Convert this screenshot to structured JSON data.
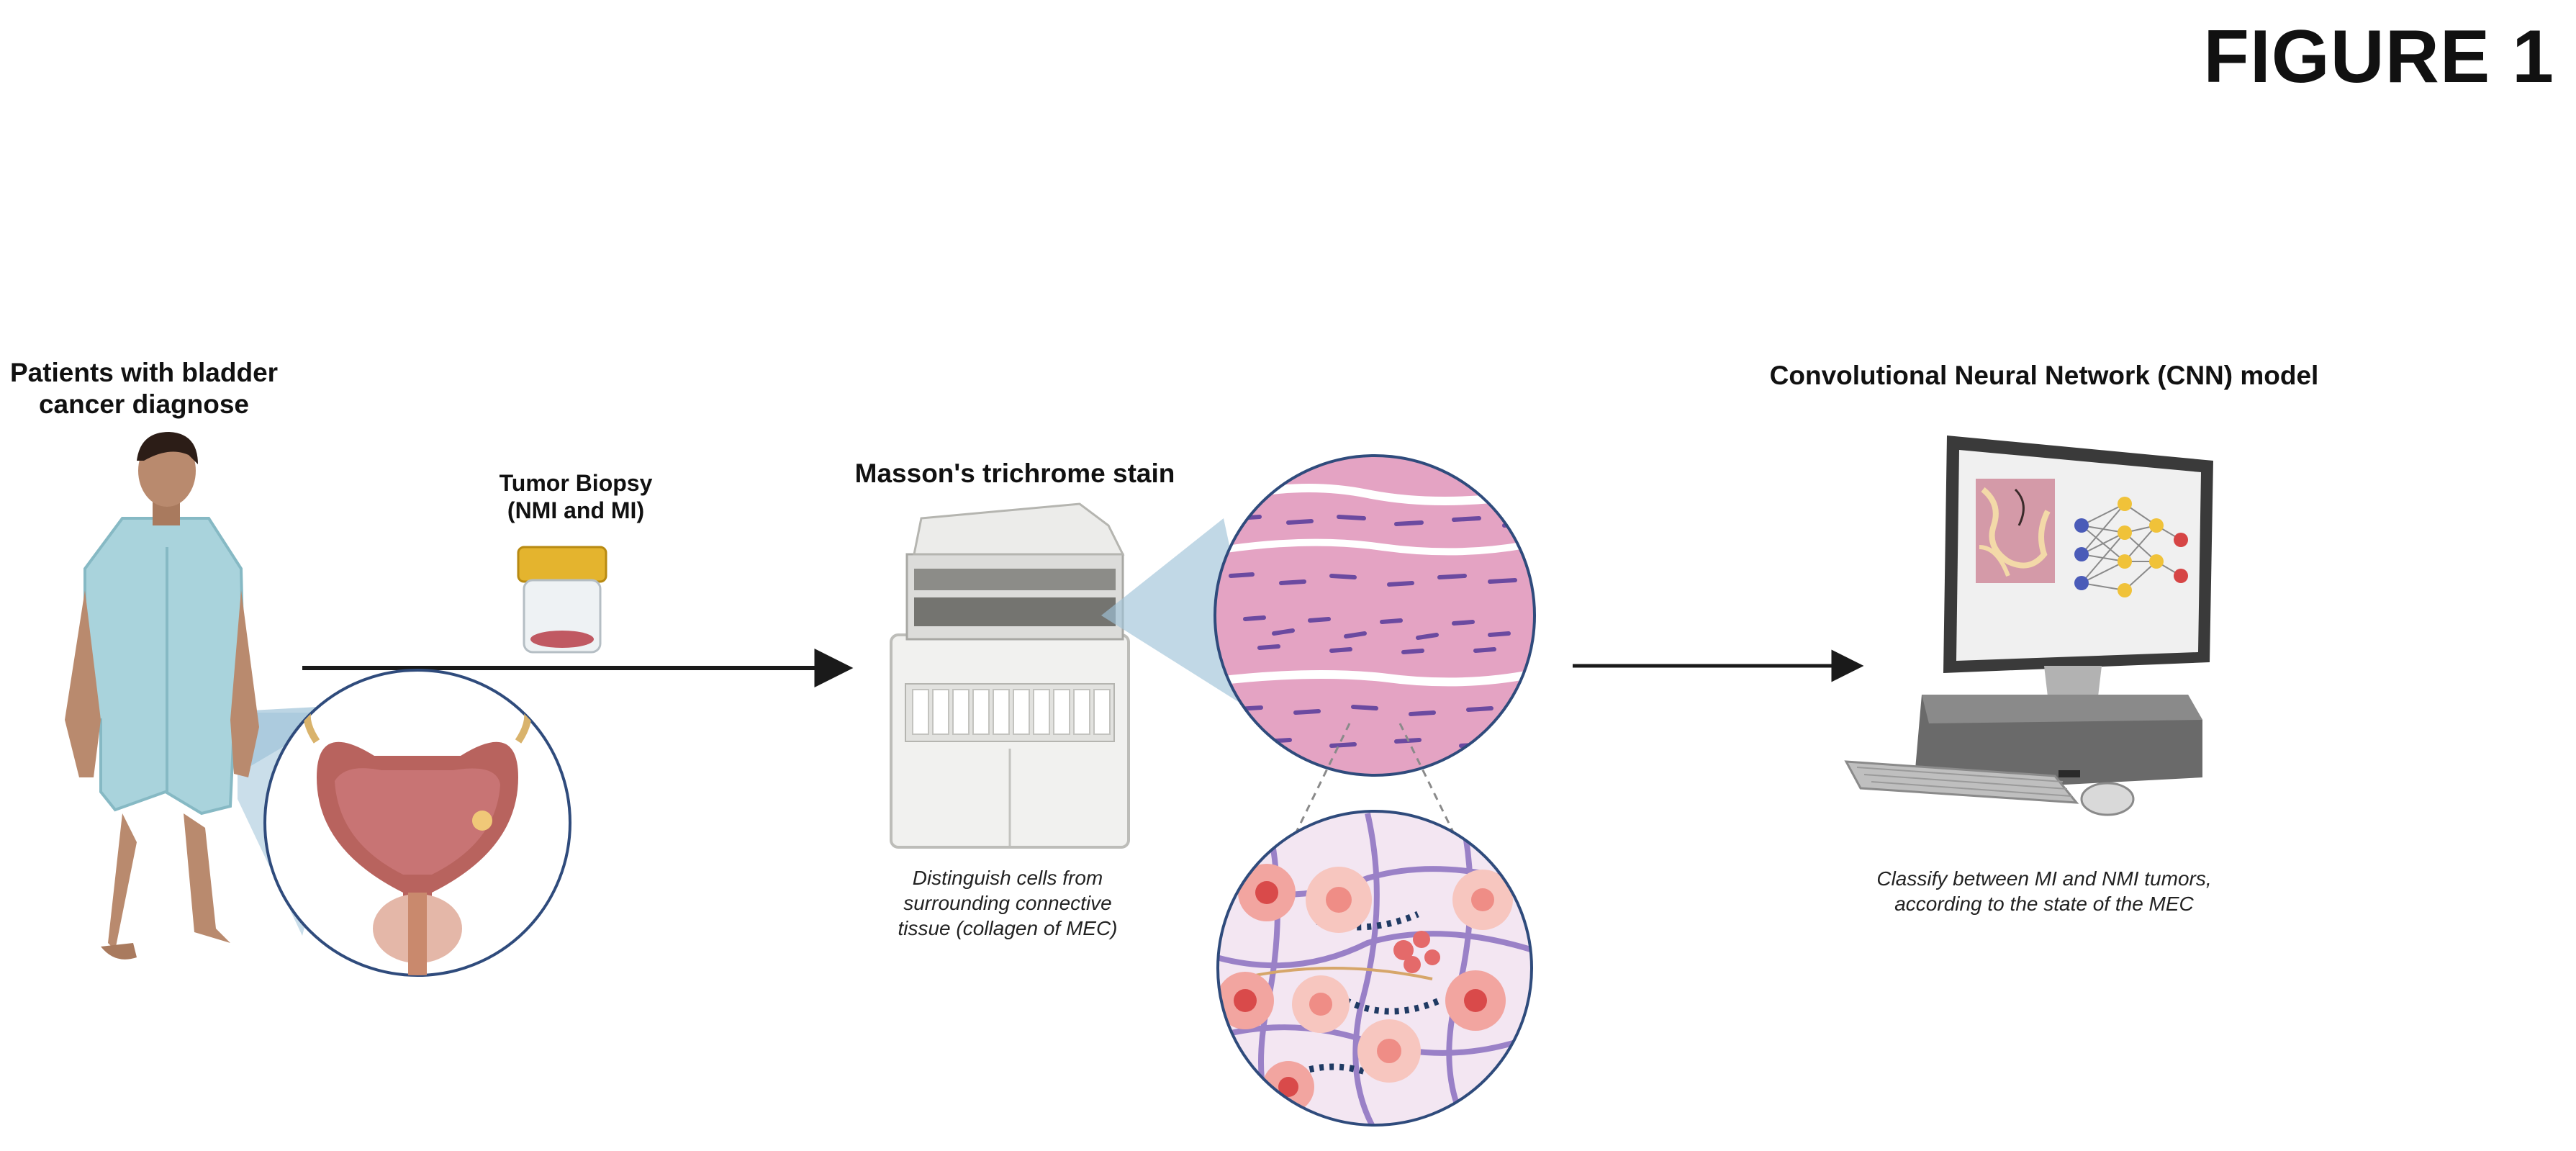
{
  "figure": {
    "title": "FIGURE 1"
  },
  "patient": {
    "label_line1": "Patients with bladder",
    "label_line2": "cancer diagnose"
  },
  "biopsy": {
    "label_line1": "Tumor  Biopsy",
    "label_line2": "(NMI and MI)"
  },
  "stain": {
    "label": "Masson's trichrome stain",
    "caption_line1": "Distinguish cells from",
    "caption_line2": "surrounding connective",
    "caption_line3": "tissue (collagen of MEC)"
  },
  "cnn": {
    "label": "Convolutional Neural Network (CNN) model",
    "caption_line1": "Classify between MI and NMI tumors,",
    "caption_line2": "according to the state of the MEC"
  },
  "colors": {
    "tissue_pink": "#e7a9c8",
    "nucleus_purple": "#6b4aa0",
    "gown_blue": "#a9d3dc",
    "skin": "#b98a6e",
    "callout_blue": "#9fc3d8"
  },
  "icons": [
    "patient-figure",
    "bladder-icon",
    "specimen-jar-icon",
    "stainer-machine-icon",
    "histology-circle",
    "cell-matrix-circle",
    "computer-icon",
    "neural-network-icon"
  ]
}
